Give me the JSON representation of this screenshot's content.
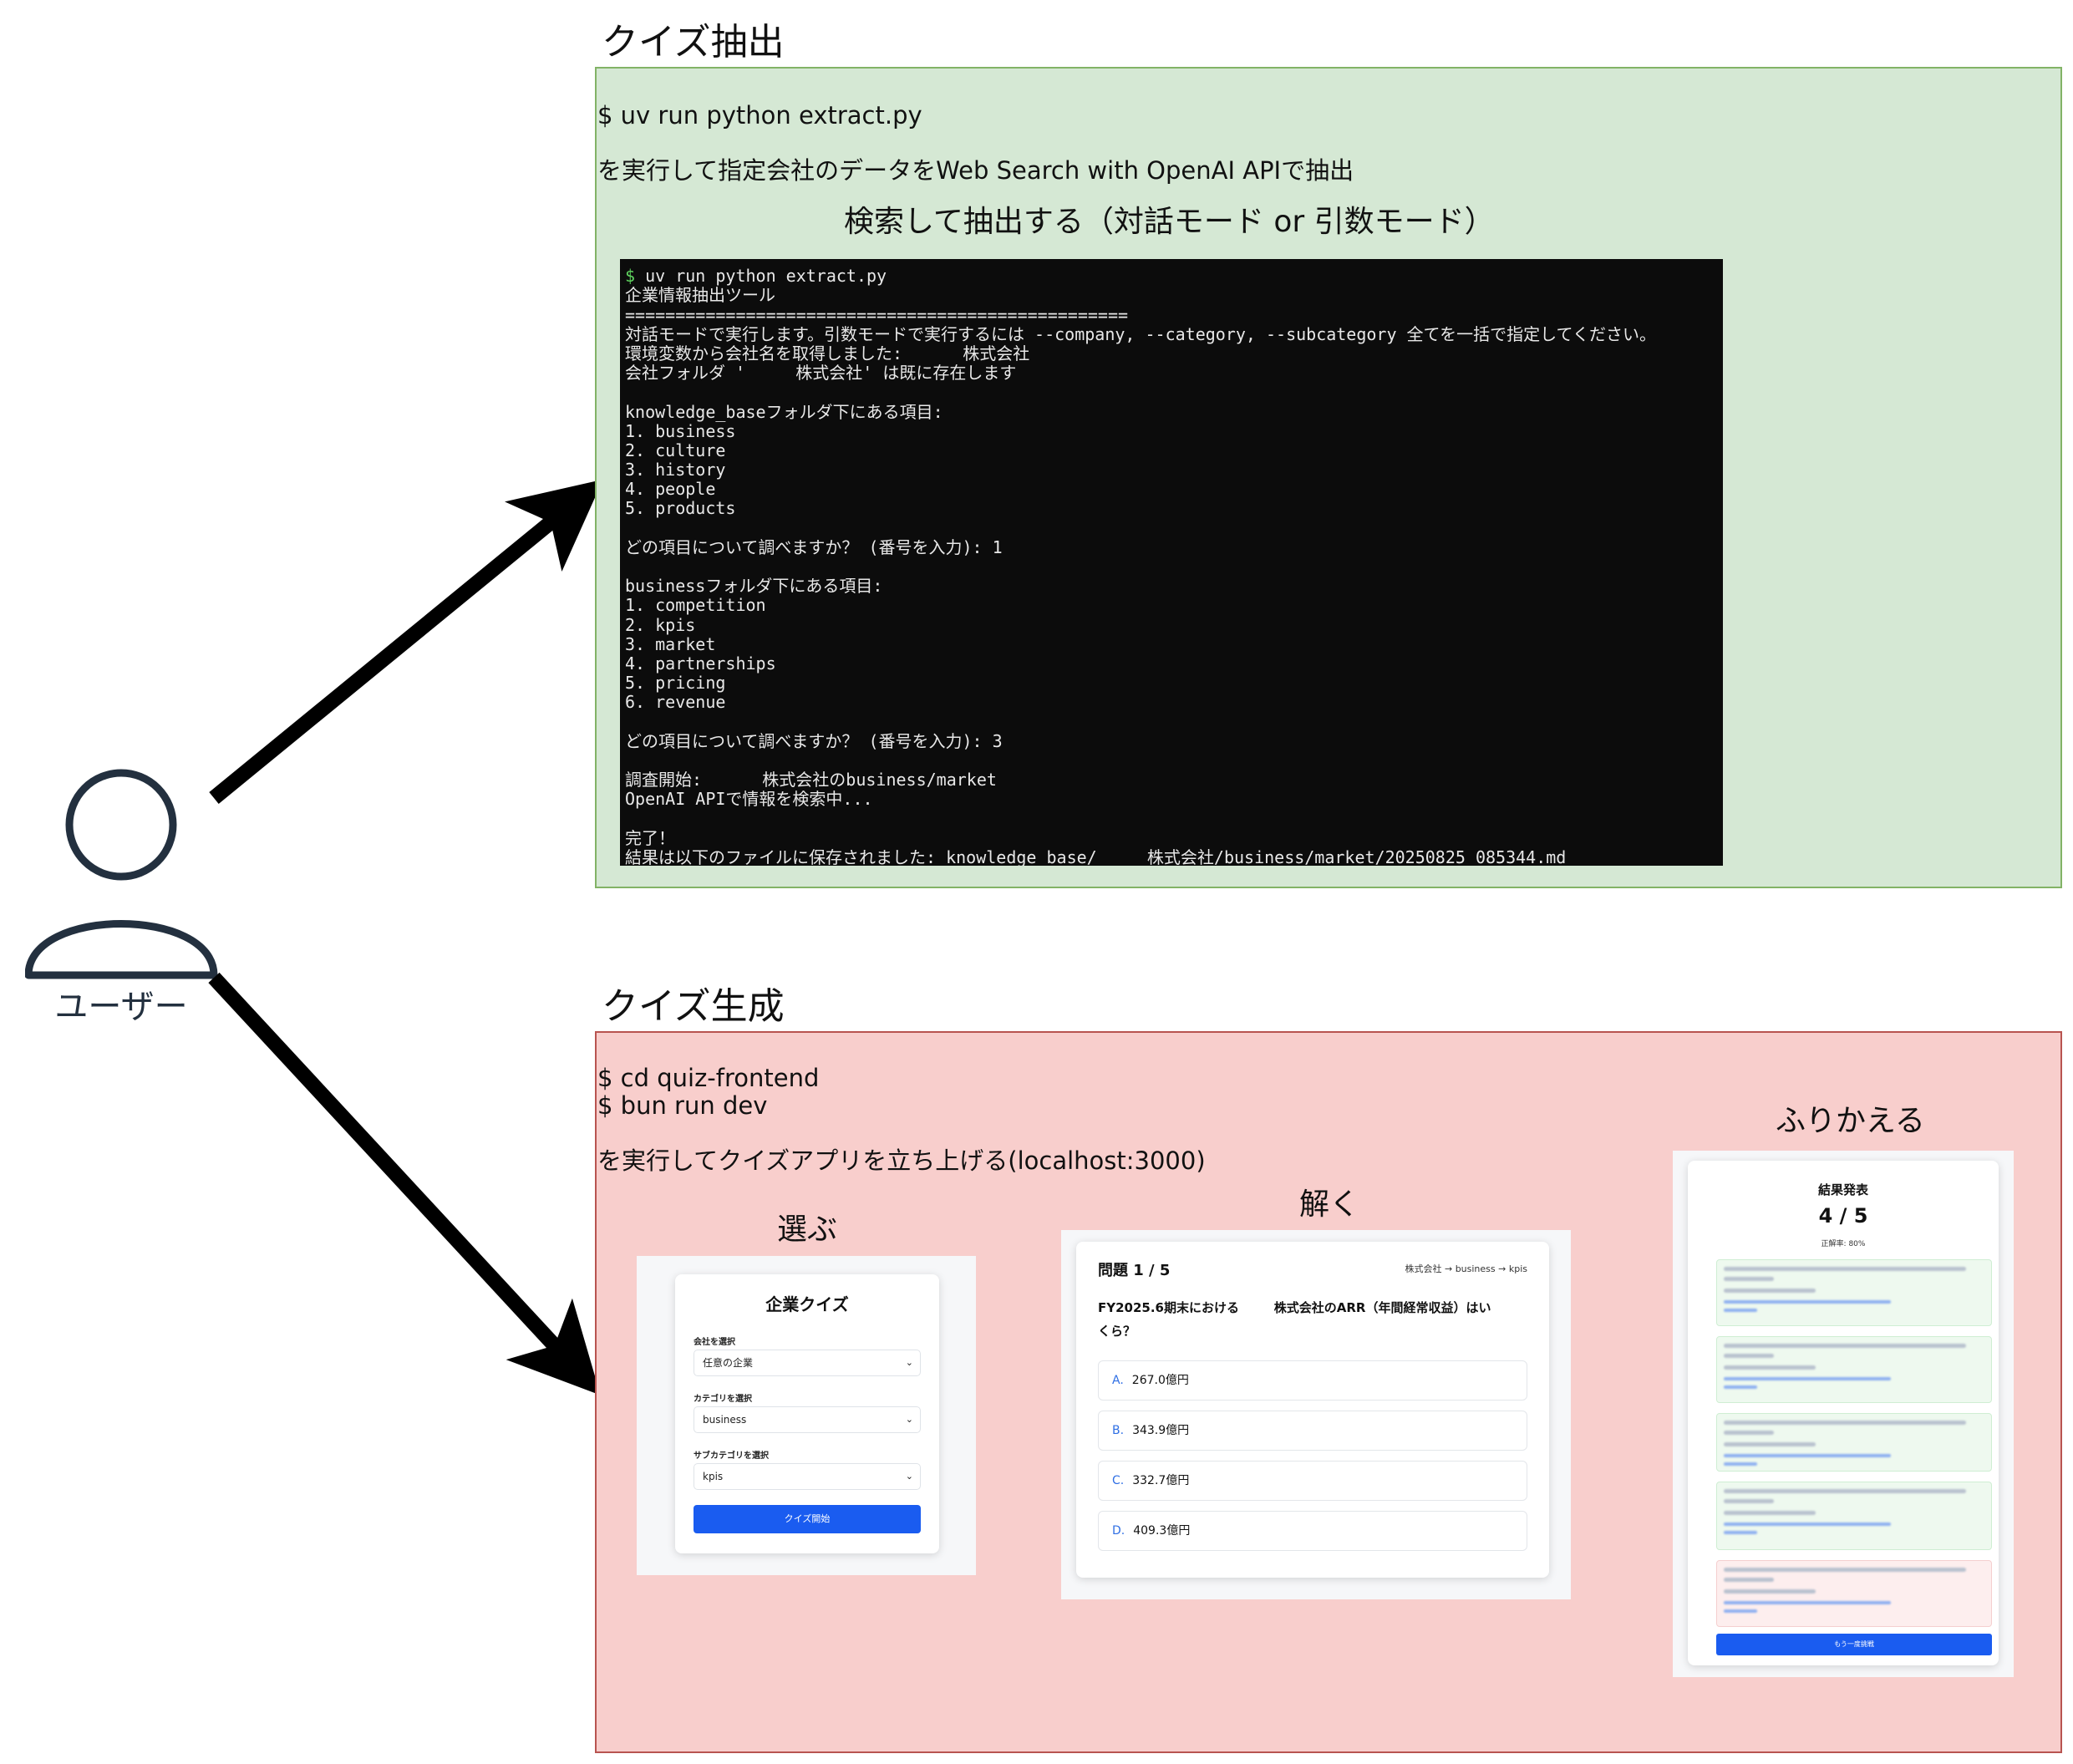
{
  "user": {
    "label": "ユーザー",
    "icon": "user-icon"
  },
  "extract": {
    "title": "クイズ抽出",
    "command": "$ uv run python extract.py",
    "description": "を実行して指定会社のデータをWeb Search with OpenAI APIで抽出",
    "caption": "検索して抽出する（対話モード or 引数モード）",
    "terminal_lines": [
      "$ uv run python extract.py",
      "企業情報抽出ツール",
      "==================================================",
      "対話モードで実行します。引数モードで実行するには --company, --category, --subcategory 全てを一括で指定してください。",
      "環境変数から会社名を取得しました:      株式会社",
      "会社フォルダ '     株式会社' は既に存在します",
      "",
      "knowledge_baseフォルダ下にある項目:",
      "1. business",
      "2. culture",
      "3. history",
      "4. people",
      "5. products",
      "",
      "どの項目について調べますか？ (番号を入力): 1",
      "",
      "businessフォルダ下にある項目:",
      "1. competition",
      "2. kpis",
      "3. market",
      "4. partnerships",
      "5. pricing",
      "6. revenue",
      "",
      "どの項目について調べますか？ (番号を入力): 3",
      "",
      "調査開始:      株式会社のbusiness/market",
      "OpenAI APIで情報を検索中...",
      "",
      "完了！",
      "結果は以下のファイルに保存されました: knowledge_base/     株式会社/business/market/20250825_085344.md"
    ]
  },
  "generate": {
    "title": "クイズ生成",
    "command_1": "$ cd quiz-frontend",
    "command_2": "$ bun run dev",
    "description": "を実行してクイズアプリを立ち上げる(localhost:3000)",
    "step_select": "選ぶ",
    "step_solve": "解く",
    "step_review": "ふりかえる"
  },
  "select_screen": {
    "title": "企業クイズ",
    "company_label": "会社を選択",
    "company_value": "任意の企業",
    "category_label": "カテゴリを選択",
    "category_value": "business",
    "subcategory_label": "サブカテゴリを選択",
    "subcategory_value": "kpis",
    "start_button": "クイズ開始"
  },
  "quiz_screen": {
    "counter": "問題 1 / 5",
    "path": "株式会社 → business → kpis",
    "question_line1": "FY2025.6期末における        株式会社のARR（年間経常収益）はい",
    "question_line2": "くら？",
    "options": [
      {
        "key": "A.",
        "text": "267.0億円"
      },
      {
        "key": "B.",
        "text": "343.9億円"
      },
      {
        "key": "C.",
        "text": "332.7億円"
      },
      {
        "key": "D.",
        "text": "409.3億円"
      }
    ]
  },
  "result_screen": {
    "title": "結果発表",
    "score": "4 / 5",
    "accuracy": "正解率: 80%",
    "retry_button": "もう一度挑戦"
  },
  "colors": {
    "extract_bg": "#d5e8d4",
    "extract_border": "#82b366",
    "generate_bg": "#f8cecc",
    "generate_border": "#b85450",
    "primary_button": "#1a5cf0",
    "user_icon": "#23303f"
  }
}
